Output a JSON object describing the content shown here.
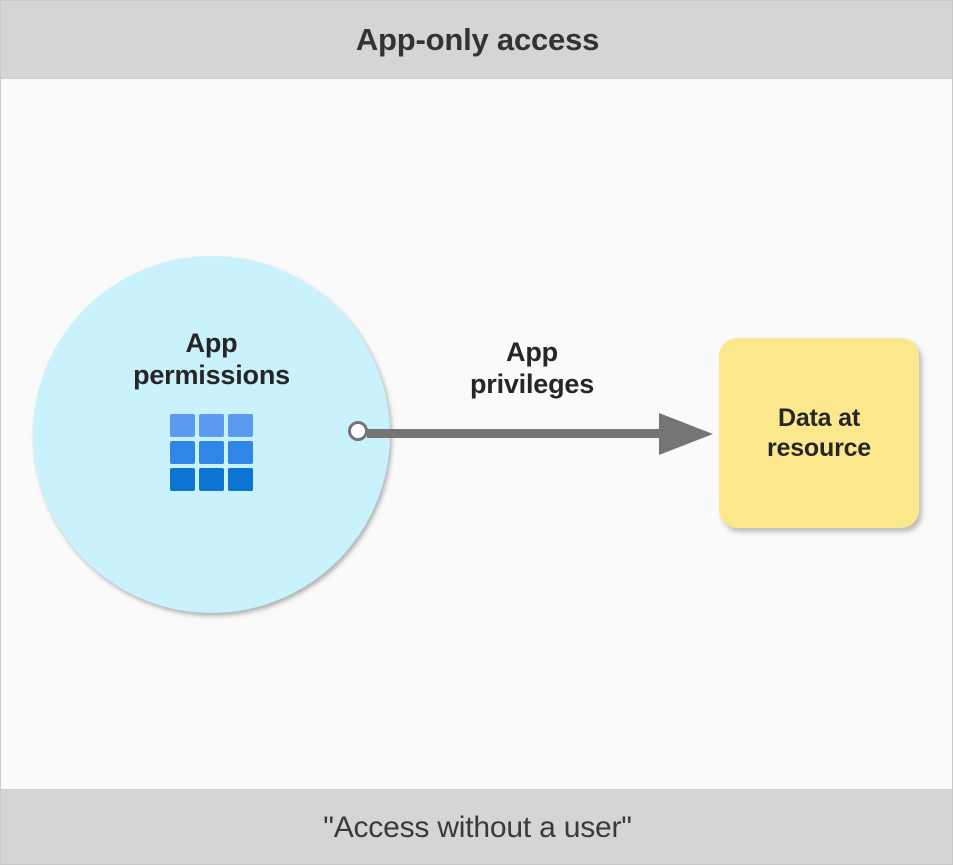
{
  "diagram": {
    "header": {
      "title": "App-only access"
    },
    "footer": {
      "caption": "\"Access without a user\""
    },
    "nodes": {
      "app_permissions": {
        "label": "App\npermissions",
        "shape": "circle",
        "fill_color": "#c9f2fc",
        "icon": "grid-3x3-icon",
        "icon_colors": [
          "#5b9bf0",
          "#2f86e6",
          "#0d74d4"
        ]
      },
      "data_at_resource": {
        "label": "Data at\nresource",
        "shape": "rounded-rectangle",
        "fill_color": "#fbe88c"
      }
    },
    "edges": [
      {
        "label": "App\nprivileges",
        "from": "app_permissions",
        "to": "data_at_resource",
        "color": "#757575",
        "direction": "right"
      }
    ],
    "colors": {
      "band_background": "#d5d5d5",
      "canvas_background": "#fafafa",
      "text": "#262626",
      "header_text": "#333333",
      "connector": "#757575"
    }
  }
}
